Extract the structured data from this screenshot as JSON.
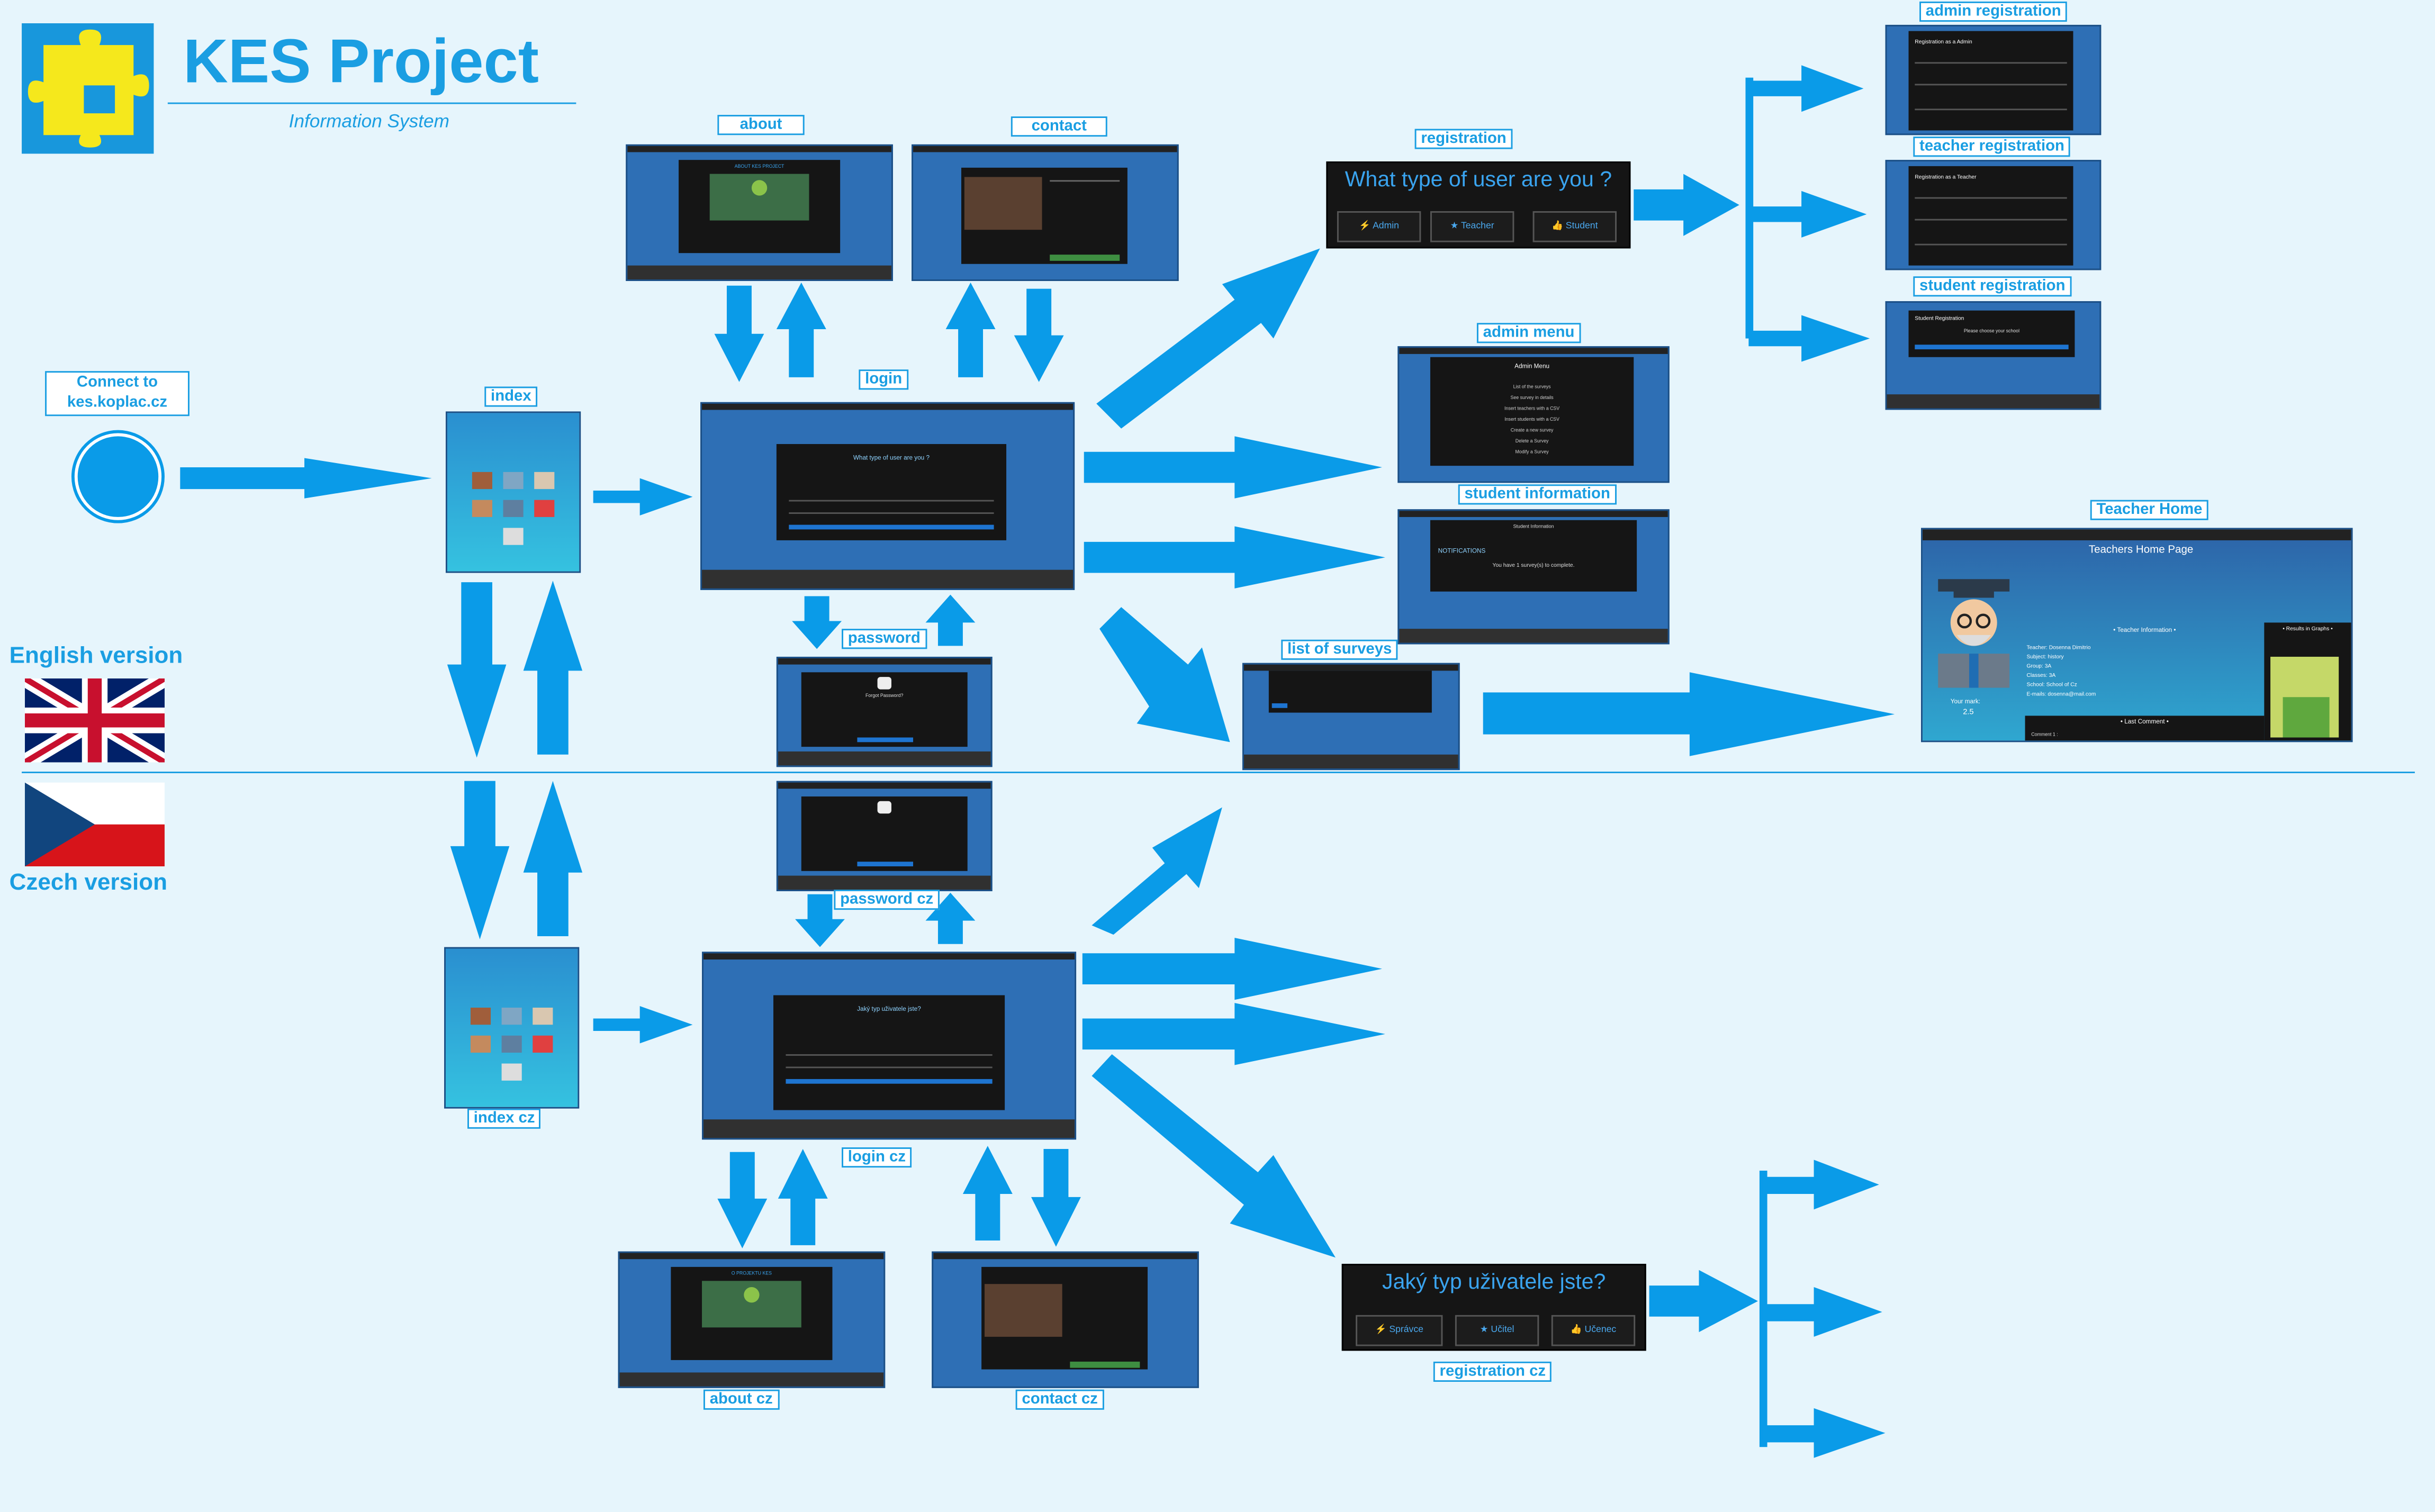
{
  "header": {
    "title": "KES Project",
    "subtitle": "Information System"
  },
  "entry": {
    "label_line1": "Connect to",
    "label_line2": "kes.koplac.cz"
  },
  "languages": {
    "english": "English version",
    "czech": "Czech version"
  },
  "labels": {
    "index": "index",
    "about": "about",
    "contact": "contact",
    "login": "login",
    "password": "password",
    "registration": "registration",
    "admin_menu": "admin menu",
    "student_information": "student information",
    "list_of_surveys": "list of surveys",
    "teacher_home": "Teacher Home",
    "admin_registration": "admin registration",
    "teacher_registration": "teacher registration",
    "student_registration": "student registration",
    "index_cz": "index cz",
    "login_cz": "login cz",
    "password_cz": "password cz",
    "about_cz": "about cz",
    "contact_cz": "contact cz",
    "registration_cz": "registration cz"
  },
  "registration_en": {
    "question": "What type of user are you ?",
    "admin": "Admin",
    "teacher": "Teacher",
    "student": "Student"
  },
  "registration_cz": {
    "question": "Jaký typ uživatele jste?",
    "admin": "Správce",
    "teacher": "Učitel",
    "student": "Učenec"
  },
  "thumb_text": {
    "about_title": "ABOUT KES PROJECT",
    "login_question": "What type of user are you ?",
    "login_cz_question": "Jaký typ uživatele jste?",
    "forgot_password": "Forgot Password?",
    "admin_menu_title": "Admin Menu",
    "admin_menu_items": [
      "List of the surveys",
      "See survey in details",
      "Insert teachers with a CSV",
      "Insert students with a CSV",
      "Create a new survey",
      "Delete a Survey",
      "Modify a Survey"
    ],
    "student_info": "Student Information",
    "notifications": "NOTIFICATIONS",
    "surveys_to_complete": "You have 1 survey(s) to complete.",
    "teacher_home_page": "Teachers Home Page",
    "teacher_information": "• Teacher Information •",
    "results_in_graphs": "• Results in Graphs •",
    "last_comment": "• Last Comment •",
    "your_mark": "Your mark:",
    "mark": "2.5",
    "teacher_details": [
      "Teacher: Dosenna Dimitrio",
      "Subject: history",
      "Group: 3A",
      "Classes: 3A",
      "School: School of Cz",
      "E-mails: dosenna@mail.com"
    ],
    "reg_admin": "Registration as a Admin",
    "reg_teacher": "Registration as a Teacher",
    "reg_student": "Student Registration",
    "please_choose_school": "Please choose your school",
    "about_cz_title": "O PROJEKTU KES",
    "comment": "Comment 1 :"
  },
  "colors": {
    "accent": "#1a9ee2",
    "arrow": "#0a9be8",
    "background": "#e6f5fc",
    "dark_panel": "#151515"
  }
}
